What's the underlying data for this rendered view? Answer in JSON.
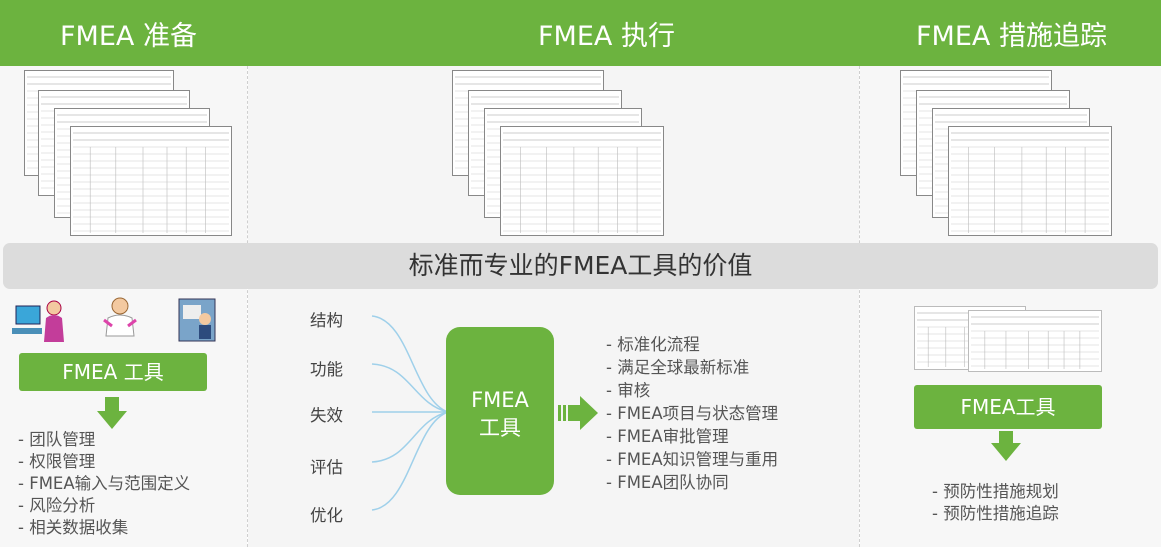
{
  "columns": {
    "prepare": {
      "title": "FMEA 准备"
    },
    "execute": {
      "title": "FMEA 执行"
    },
    "tracking": {
      "title": "FMEA  措施追踪"
    }
  },
  "band": {
    "text": "标准而专业的FMEA工具的价值"
  },
  "left": {
    "tool_label": "FMEA 工具",
    "items": [
      "- 团队管理",
      "- 权限管理",
      "- FMEA输入与范围定义",
      "- 风险分析",
      "- 相关数据收集"
    ]
  },
  "middle": {
    "inputs": [
      "结构",
      "功能",
      "失效",
      "评估",
      "优化"
    ],
    "tool_label_line1": "FMEA",
    "tool_label_line2": "工具",
    "outputs": [
      "- 标准化流程",
      "- 满足全球最新标准",
      "- 审核",
      "- FMEA项目与状态管理",
      "- FMEA审批管理",
      "- FMEA知识管理与重用",
      "- FMEA团队协同"
    ]
  },
  "right": {
    "tool_label": "FMEA工具",
    "items": [
      "- 预防性措施规划",
      "- 预防性措施追踪"
    ]
  },
  "colors": {
    "accent": "#6cb33f",
    "band": "#dcdcdc",
    "curve": "#9fd0ea"
  }
}
